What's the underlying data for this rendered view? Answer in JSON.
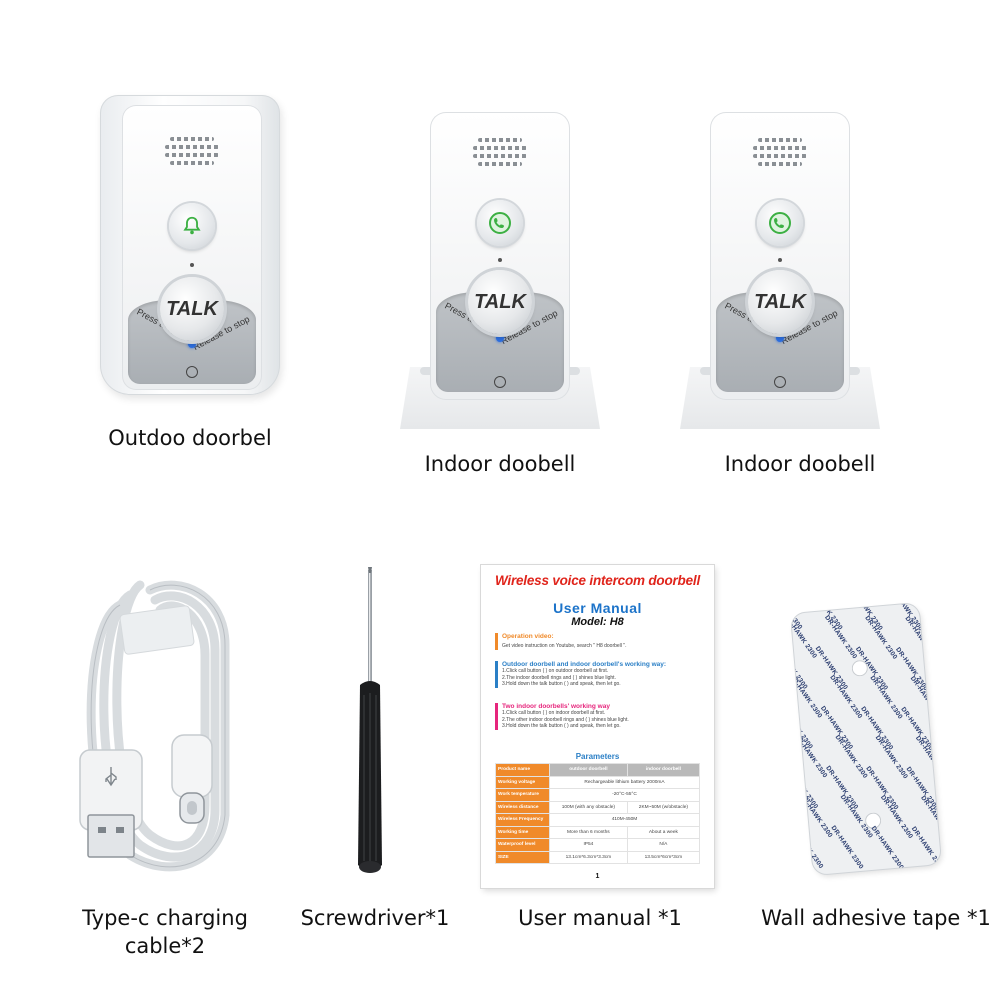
{
  "captions": {
    "outdoor": "Outdoo doorbel",
    "indoor_1": "Indoor doobell",
    "indoor_2": "Indoor doobell",
    "cable": "Type-c charging\ncable*2",
    "screwdriver": "Screwdriver*1",
    "manual": "User manual *1",
    "tape": "Wall adhesive tape *1"
  },
  "device": {
    "talk_label": "TALK",
    "press_text": "Press to speak",
    "release_text": "Release to stop"
  },
  "manual": {
    "title": "Wireless voice intercom doorbell",
    "subtitle": "User Manual",
    "model": "Model: H8",
    "video_head": "Operation video:",
    "video_line": "Get video instruction on Youtube, search \"  H8 doorbell  \".",
    "working_head": "Outdoor doorbell and indoor doorbell's working way:",
    "working_lines": [
      "1.Click call button (  ) on outdoor doorbell at first.",
      "2.The indoor doorbell rings and (  ) shines blue light.",
      "3.Hold down the talk button (  ) and speak, then let go."
    ],
    "two_head": "Two indoor doorbells' working way",
    "two_lines": [
      "1.Click call button (  ) on indoor doorbell at first.",
      "2.The other indoor doorbell rings and (  ) shines blue light.",
      "3.Hold down the talk button (  ) and speak, then let go."
    ],
    "params_head": "Parameters",
    "params": [
      {
        "k": "Product name",
        "a": "outdoor doorbell",
        "b": "indoor doorbell"
      },
      {
        "k": "Working voltage",
        "a": "Rechargeable lithium battery 2000mA",
        "b": ""
      },
      {
        "k": "Work temperature",
        "a": "-20°C-55°C",
        "b": ""
      },
      {
        "k": "Wireless distance",
        "a": "100M (with any obstacle)",
        "b": "2KM~50M (w/obstacle)"
      },
      {
        "k": "Wireless Frequency",
        "a": "410M-450M",
        "b": ""
      },
      {
        "k": "Working time",
        "a": "More than 6 months",
        "b": "About a week"
      },
      {
        "k": "Waterproof level",
        "a": "IP54",
        "b": "N/A"
      },
      {
        "k": "SIZE",
        "a": "13.1cm*6.3cm*3.3cm",
        "b": "13.5cm*6cm*3cm"
      }
    ],
    "page": "1"
  },
  "tape": {
    "print": "DR-HAWK 2300"
  },
  "colors": {
    "manual_title_red": "#e0241b",
    "manual_sub_blue": "#1c73c9",
    "manual_orange": "#f08a2a",
    "manual_blue": "#2a7fc6",
    "manual_pink": "#e6257c",
    "call_green": "#3cb043",
    "led_blue": "#2d6fe0"
  },
  "icons": [
    "bell-icon",
    "phone-call-icon",
    "usb-icon"
  ]
}
